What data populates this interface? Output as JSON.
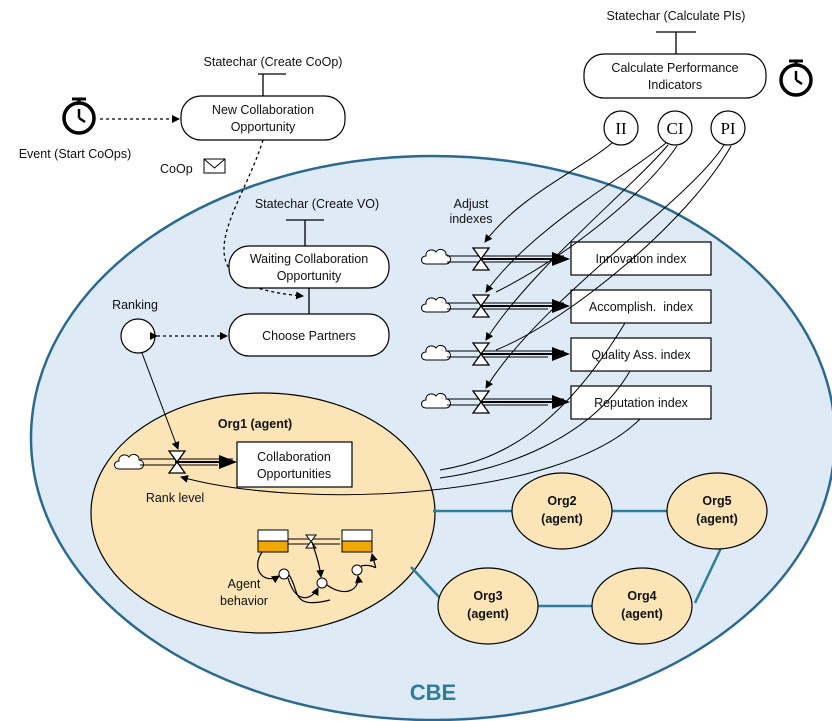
{
  "statecharts": {
    "create_coop": "Statechar (Create CoOp)",
    "calculate_pis": "Statechar (Calculate PIs)",
    "create_vo": "Statechar (Create VO)"
  },
  "states": {
    "new_coop": [
      "New Collaboration",
      "Opportunity"
    ],
    "calc_pi": [
      "Calculate Performance",
      "Indicators"
    ],
    "waiting_coop": [
      "Waiting Collaboration",
      "Opportunity"
    ],
    "choose_partners": "Choose Partners"
  },
  "event_label": "Event (Start CoOps)",
  "coop_message": "CoOp",
  "indicator_circles": [
    "II",
    "CI",
    "PI"
  ],
  "adjust_indexes": [
    "Adjust",
    "indexes"
  ],
  "indexes": [
    "Innovation index",
    "Accomplish.  index",
    "Quality Ass. index",
    "Reputation index"
  ],
  "ranking": "Ranking",
  "org1": {
    "title": "Org1 (agent)",
    "stock": [
      "Collaboration",
      "Opportunities"
    ],
    "rank_level": "Rank level",
    "behavior": [
      "Agent",
      "behavior"
    ]
  },
  "agents": [
    {
      "id": "org2",
      "line1": "Org2",
      "line2": "(agent)"
    },
    {
      "id": "org5",
      "line1": "Org5",
      "line2": "(agent)"
    },
    {
      "id": "org3",
      "line1": "Org3",
      "line2": "(agent)"
    },
    {
      "id": "org4",
      "line1": "Org4",
      "line2": "(agent)"
    }
  ],
  "cbe_label": "CBE",
  "colors": {
    "cbe_fill": "#deeaf6",
    "cbe_stroke": "#2b6a8e",
    "agent_fill": "#fbe5b6",
    "link": "#2e7d9a",
    "stock_orange": "#f0a800"
  }
}
